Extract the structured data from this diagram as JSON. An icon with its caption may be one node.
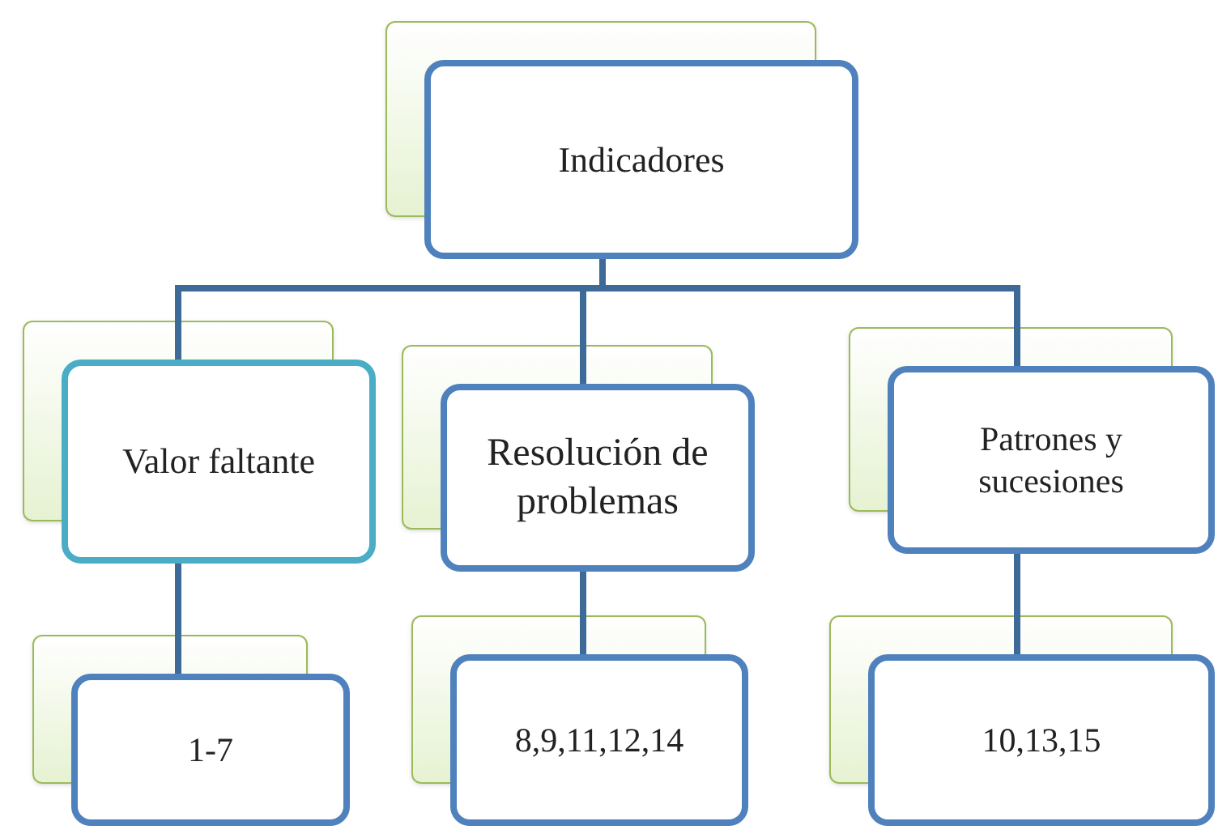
{
  "diagram": {
    "nodes": [
      {
        "text": [
          "Indicadores"
        ]
      },
      {
        "text": [
          "Valor faltante"
        ]
      },
      {
        "text": [
          "Resolución de problemas"
        ]
      },
      {
        "text": [
          "Patrones y sucesiones"
        ]
      },
      {
        "text": [
          "1-7"
        ]
      },
      {
        "text": [
          "8,9,11,12,14"
        ]
      },
      {
        "text": [
          "10,13,15"
        ]
      }
    ],
    "edges": [
      {
        "from": 0,
        "to": 1,
        "arrow": "none"
      },
      {
        "from": 0,
        "to": 2,
        "arrow": "none"
      },
      {
        "from": 0,
        "to": 3,
        "arrow": "none"
      },
      {
        "from": 1,
        "to": 4,
        "arrow": "none"
      },
      {
        "from": 2,
        "to": 5,
        "arrow": "none"
      },
      {
        "from": 3,
        "to": 6,
        "arrow": "none"
      }
    ]
  }
}
